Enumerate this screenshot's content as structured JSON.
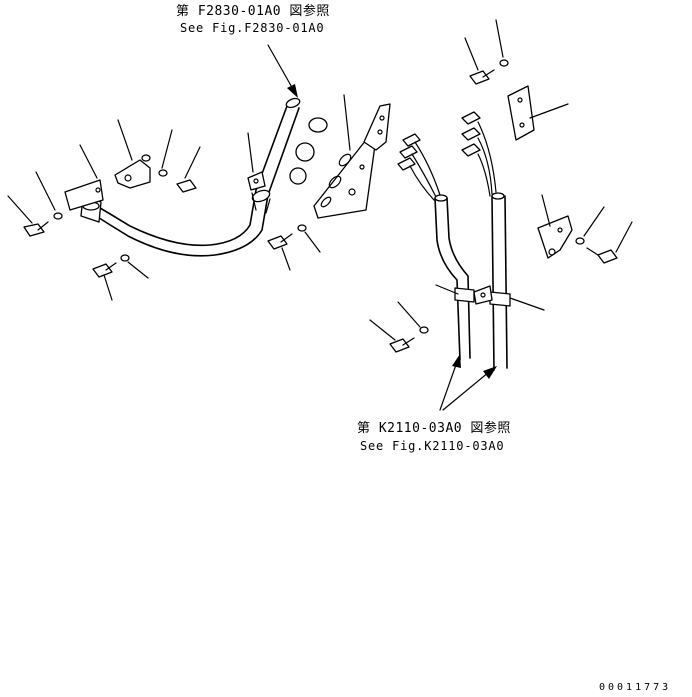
{
  "references": {
    "top": {
      "line_jp": "第 F2830-01A0 図参照",
      "line_en": "See Fig.F2830-01A0"
    },
    "bottom": {
      "line_jp": "第 K2110-03A0 図参照",
      "line_en": "See Fig.K2110-03A0"
    }
  },
  "document_number": "00011773"
}
